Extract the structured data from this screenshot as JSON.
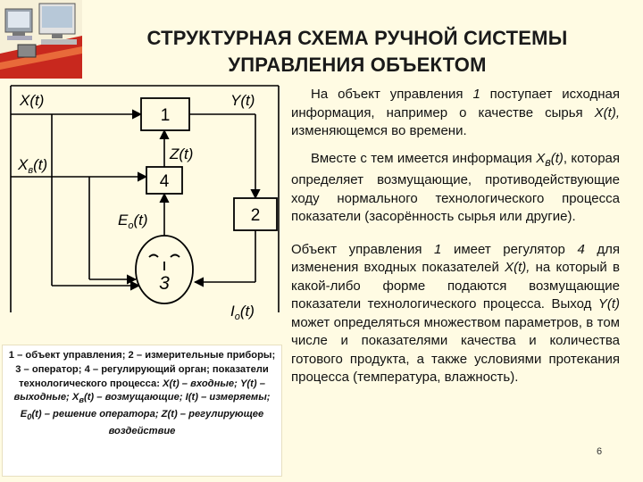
{
  "title": {
    "line1": "СТРУКТУРНАЯ СХЕМА РУЧНОЙ СИСТЕМЫ",
    "line2": "УПРАВЛЕНИЯ ОБЪЕКТОМ"
  },
  "diagram": {
    "labels": {
      "x": "X(t)",
      "y": "Y(t)",
      "xv": "X",
      "xv_sub": "в",
      "xv_t": "(t)",
      "z": "Z(t)",
      "e": "E",
      "e_sub": "о",
      "e_t": "(t)",
      "i": "I",
      "i_sub": "о",
      "i_t": "(t)",
      "block1": "1",
      "block2": "2",
      "block4": "4",
      "operator": "3"
    }
  },
  "caption": {
    "part1": "1 – объект управления; 2 – измерительные приборы; 3 – оператор; 4 – регулирующий орган; показатели технологического процесса: ",
    "xt": "X(t) – входные; Y(t) – выходные; X",
    "xt_sub": "в",
    "xt2": "(t) – возмущающие; I(t) – измеряемы; E",
    "xt2_sub": "0",
    "xt3": "(t) – решение оператора; Z(t) – регулирующее воздействие"
  },
  "text": {
    "p1_a": "На объект управления ",
    "p1_b": "1",
    "p1_c": " поступает исходная информация, например о качестве сырья ",
    "p1_d": "X(t),",
    "p1_e": " изменяющемся во времени.",
    "p2_a": "Вместе с тем имеется информация ",
    "p2_b": "Х",
    "p2_b_sub": "в",
    "p2_c": "(t)",
    "p2_d": ", которая определяет возмущающие, противодействующие ходу нормального технологического процесса показатели (засорённость сырья или другие).",
    "p3_a": "Объект управления ",
    "p3_b": "1",
    "p3_c": " имеет регулятор ",
    "p3_d": "4",
    "p3_e": " для изменения входных показателей ",
    "p3_f": "X(t),",
    "p3_g": " на который в какой-либо форме подаются возмущающие показатели технологического процесса. Выход ",
    "p3_h": "Y(t)",
    "p3_i": " может определяться множеством параметров, в том числе и показателями качества и количества готового продукта, а также условиями протекания процесса (температура, влажность)."
  },
  "page_number": "6",
  "colors": {
    "background": "#fffbe3",
    "logo_red": "#c8281e"
  }
}
